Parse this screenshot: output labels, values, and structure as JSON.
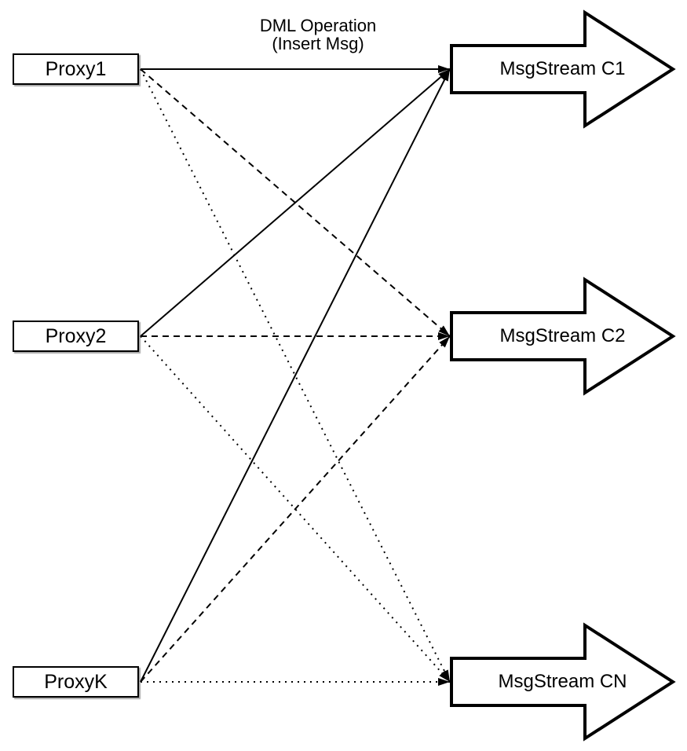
{
  "diagram": {
    "edge_label": {
      "line1": "DML Operation",
      "line2": "(Insert Msg)"
    },
    "proxies": [
      {
        "label": "Proxy1"
      },
      {
        "label": "Proxy2"
      },
      {
        "label": "ProxyK"
      }
    ],
    "streams": [
      {
        "label": "MsgStream C1",
        "incoming_line_style": "solid"
      },
      {
        "label": "MsgStream C2",
        "incoming_line_style": "dashed"
      },
      {
        "label": "MsgStream CN",
        "incoming_line_style": "dotted"
      }
    ],
    "edges": [
      {
        "from": "Proxy1",
        "to": "MsgStream C1",
        "style": "solid",
        "label": "DML Operation (Insert Msg)"
      },
      {
        "from": "Proxy2",
        "to": "MsgStream C1",
        "style": "solid"
      },
      {
        "from": "ProxyK",
        "to": "MsgStream C1",
        "style": "solid"
      },
      {
        "from": "Proxy1",
        "to": "MsgStream C2",
        "style": "dashed"
      },
      {
        "from": "Proxy2",
        "to": "MsgStream C2",
        "style": "dashed"
      },
      {
        "from": "ProxyK",
        "to": "MsgStream C2",
        "style": "dashed"
      },
      {
        "from": "Proxy1",
        "to": "MsgStream CN",
        "style": "dotted"
      },
      {
        "from": "Proxy2",
        "to": "MsgStream CN",
        "style": "dotted"
      },
      {
        "from": "ProxyK",
        "to": "MsgStream CN",
        "style": "dotted"
      }
    ],
    "colors": {
      "stroke": "#000000",
      "fill": "#ffffff",
      "shadow": "#b0b0b0"
    }
  }
}
